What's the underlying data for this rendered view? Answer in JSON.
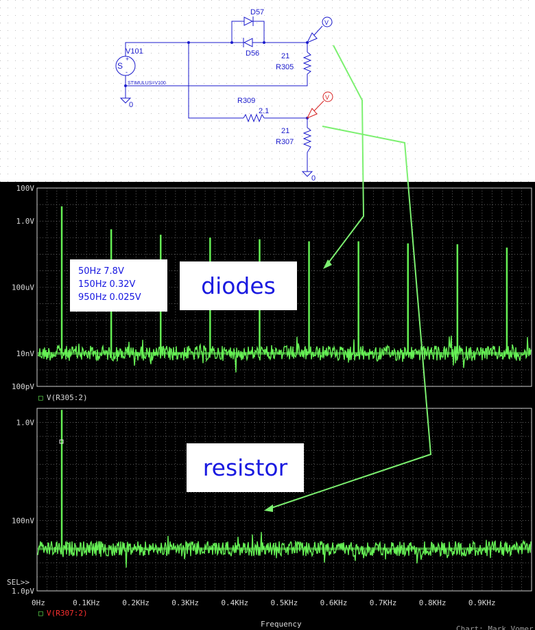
{
  "schematic": {
    "labels": {
      "d57": "D57",
      "d56": "D56",
      "v101": "V101",
      "stimulus": "STIMULUS=V100",
      "s_plus": "S",
      "gnd1": "0",
      "gnd2": "0",
      "r305_val": "21",
      "r305": "R305",
      "r309": "R309",
      "r309_val": "2.1",
      "r307_val": "21",
      "r307": "R307",
      "probe1": "V",
      "probe2": "V"
    }
  },
  "annotations": {
    "measurements": [
      "50Hz  7.8V",
      "150Hz  0.32V",
      "950Hz  0.025V"
    ],
    "diodes_label": "diodes",
    "resistor_label": "resistor"
  },
  "colors": {
    "trace": "#66f055",
    "grid": "#9a9a9a",
    "trace2_label": "#ff3030",
    "annotation_text": "#1a1ae0",
    "callout": "#7cf070"
  },
  "chart_data": [
    {
      "type": "line",
      "title": "",
      "xlabel": "Frequency",
      "ylabel": "",
      "x_ticks": [
        "0Hz",
        "0.1KHz",
        "0.2KHz",
        "0.3KHz",
        "0.4KHz",
        "0.5KHz",
        "0.6KHz",
        "0.7KHz",
        "0.8KHz",
        "0.9KHz"
      ],
      "y_ticks": [
        "100V",
        "1.0V",
        "100uV",
        "10nV",
        "100pV"
      ],
      "xlim": [
        0,
        1000
      ],
      "ylim": [
        1e-10,
        100
      ],
      "yscale": "log",
      "grid": true,
      "series": [
        {
          "name": "V(R305:2)",
          "noise_floor_V": 1e-08,
          "peaks": [
            {
              "x": 50,
              "y": 7.8
            },
            {
              "x": 150,
              "y": 0.32
            },
            {
              "x": 250,
              "y": 0.15
            },
            {
              "x": 350,
              "y": 0.1
            },
            {
              "x": 450,
              "y": 0.08
            },
            {
              "x": 550,
              "y": 0.06
            },
            {
              "x": 650,
              "y": 0.06
            },
            {
              "x": 750,
              "y": 0.045
            },
            {
              "x": 850,
              "y": 0.04
            },
            {
              "x": 950,
              "y": 0.025
            }
          ]
        }
      ]
    },
    {
      "type": "line",
      "title": "",
      "xlabel": "Frequency",
      "ylabel": "",
      "x_ticks": [
        "0Hz",
        "0.1KHz",
        "0.2KHz",
        "0.3KHz",
        "0.4KHz",
        "0.5KHz",
        "0.6KHz",
        "0.7KHz",
        "0.8KHz",
        "0.9KHz"
      ],
      "y_ticks": [
        "1.0V",
        "100nV",
        "1.0pV"
      ],
      "xlim": [
        0,
        1000
      ],
      "ylim": [
        1e-12,
        10
      ],
      "yscale": "log",
      "grid": true,
      "series": [
        {
          "name": "V(R307:2)",
          "noise_floor_V": 1e-09,
          "peaks": [
            {
              "x": 50,
              "y": 7.8
            }
          ]
        }
      ]
    }
  ],
  "ui": {
    "sel_marker": "SEL>>",
    "legend1_marker": "□",
    "legend2_marker": "□",
    "footer_text": "Chart: Mark Vomer"
  }
}
